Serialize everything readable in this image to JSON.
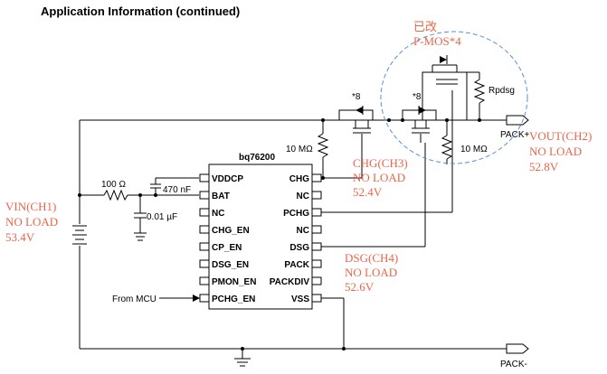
{
  "title": "Application Information (continued)",
  "ic": {
    "name": "bq76200",
    "left_pins": [
      "VDDCP",
      "BAT",
      "NC",
      "CHG_EN",
      "CP_EN",
      "DSG_EN",
      "PMON_EN",
      "PCHG_EN"
    ],
    "right_pins": [
      "CHG",
      "NC",
      "PCHG",
      "NC",
      "DSG",
      "PACK",
      "PACKDIV",
      "VSS"
    ]
  },
  "components": {
    "r_bat": "100 Ω",
    "c_vddcp": "470 nF",
    "c_bat": "0.01 µF",
    "r_chg": "10 MΩ",
    "r_dsg": "10 MΩ",
    "r_pdsg": "Rpdsg",
    "from_mcu": "From MCU",
    "pack_plus": "PACK+",
    "pack_minus": "PACK-",
    "mos_mult_1": "*8",
    "mos_mult_2": "*8"
  },
  "annotations": {
    "pmos_top": [
      "已改",
      "P-MOS*4"
    ],
    "vout": [
      "VOUT(CH2)",
      "NO LOAD",
      "52.8V"
    ],
    "vin": [
      "VIN(CH1)",
      "NO LOAD",
      "53.4V"
    ],
    "chg": [
      "CHG(CH3)",
      "NO LOAD",
      "52.4V"
    ],
    "dsg": [
      "DSG(CH4)",
      "NO LOAD",
      "52.6V"
    ]
  },
  "colors": {
    "annotation": "#e8664a",
    "dashed_circle": "#5b8fd6",
    "wire": "#000000"
  }
}
